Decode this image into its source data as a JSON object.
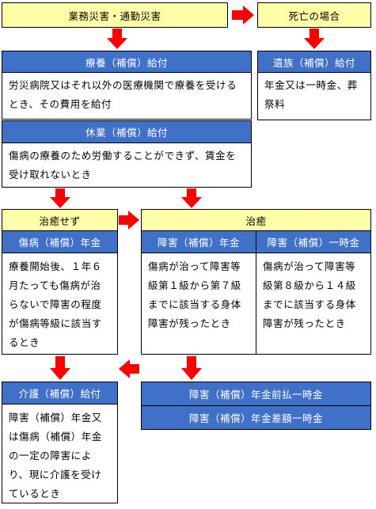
{
  "top": {
    "work_disaster": "業務災害・通勤災害",
    "death_case": "死亡の場合"
  },
  "medical": {
    "header": "療養（補償）給付",
    "body": "労災病院又はそれ以外の医療機関で療養を受けるとき、その費用を給付"
  },
  "leave": {
    "header": "休業（補償）給付",
    "body": "傷病の療養のため労働することができず、賃金を受け取れないとき"
  },
  "survivor": {
    "header": "遺族（補償）給付",
    "body": "年金又は一時金、葬祭料"
  },
  "not_cured": {
    "title": "治癒せず",
    "header": "傷病（補償）年金",
    "body": "療養開始後、１年６月たっても傷病が治らないで障害の程度が傷病等級に該当するとき"
  },
  "cured": {
    "title": "治癒",
    "disability_pension": {
      "header": "障害（補償）年金",
      "body": "傷病が治って障害等級第１級から第７級までに該当する身体障害が残ったとき"
    },
    "disability_lump": {
      "header": "障害（補償）一時金",
      "body": "傷病が治って障害等級第８級から１４級までに該当する身体障害が残ったとき"
    }
  },
  "care": {
    "header": "介護（補償）給付",
    "body": "障害（補償）年金又は傷病（補償）年金の一定の障害により、現に介護を受けているとき"
  },
  "advance": {
    "advance_lump": "障害（補償）年金前払一時金",
    "difference_lump": "障害（補償）年金差額一時金"
  },
  "colors": {
    "yellow": "#ffffa8",
    "blue": "#3f71c9",
    "arrow_red": "#ff0000"
  }
}
